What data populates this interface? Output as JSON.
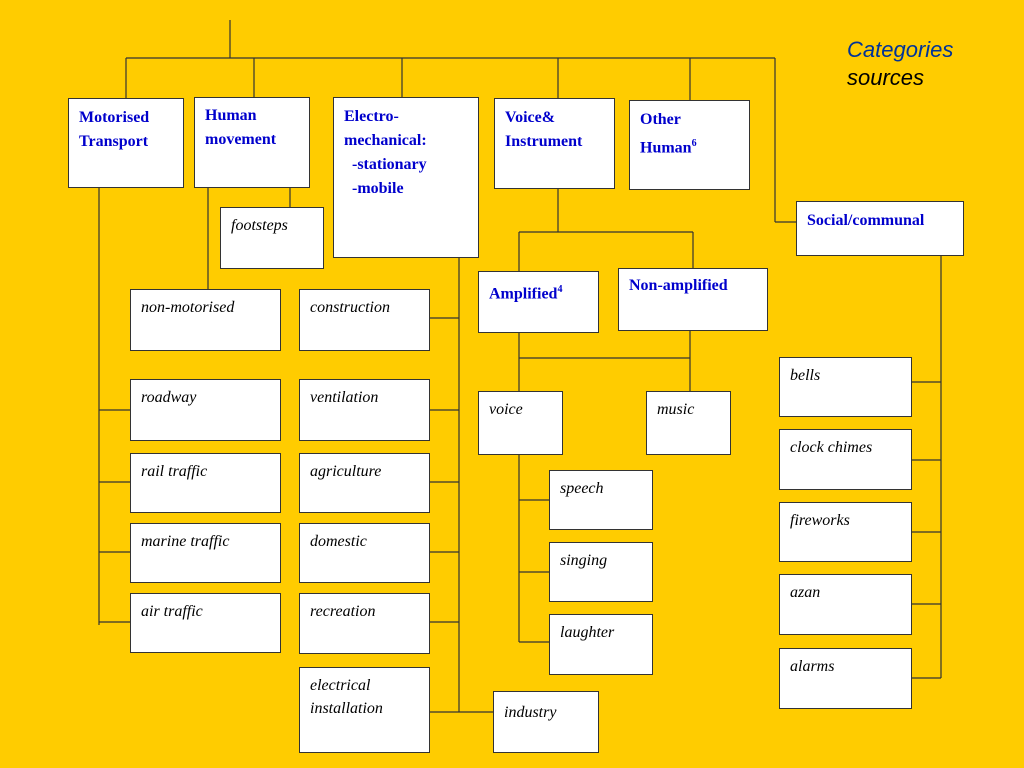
{
  "title": {
    "line1": "Categories",
    "line2": "sources"
  },
  "categories": {
    "motorised_transport": [
      "Motorised",
      "Transport"
    ],
    "human_movement": [
      "Human",
      "movement"
    ],
    "electro_mechanical": [
      "Electro-",
      "mechanical:",
      "  -stationary",
      "  -mobile"
    ],
    "voice_instrument": [
      "Voice&",
      "Instrument"
    ],
    "other_human": {
      "text": "Other Human",
      "sup": "6"
    },
    "social_communal": "Social/communal",
    "amplified": {
      "text": "Amplified",
      "sup": "4"
    },
    "non_amplified": "Non-amplified"
  },
  "items": {
    "footsteps": "footsteps",
    "non_motorised": "non-motorised",
    "roadway": "roadway",
    "rail_traffic": "rail traffic",
    "marine_traffic": "marine traffic",
    "air_traffic": "air traffic",
    "construction": "construction",
    "ventilation": "ventilation",
    "agriculture": "agriculture",
    "domestic": "domestic",
    "recreation": "recreation",
    "electrical_installation": [
      "electrical",
      "installation"
    ],
    "industry": "industry",
    "voice": "voice",
    "music": "music",
    "speech": "speech",
    "singing": "singing",
    "laughter": "laughter",
    "bells": "bells",
    "clock_chimes": "clock chimes",
    "fireworks": "fireworks",
    "azan": "azan",
    "alarms": "alarms"
  }
}
